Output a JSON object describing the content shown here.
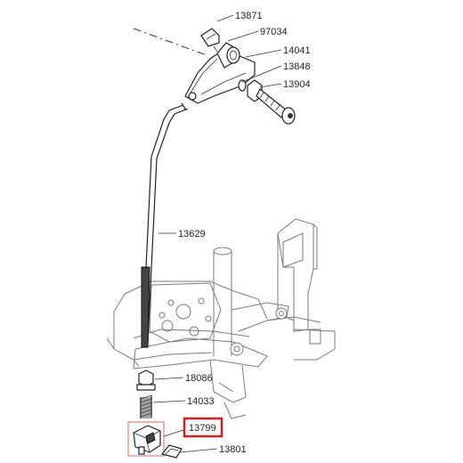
{
  "diagram": {
    "part_labels": [
      {
        "id": "p13871",
        "text": "13871"
      },
      {
        "id": "p97034",
        "text": "97034"
      },
      {
        "id": "p14041",
        "text": "14041"
      },
      {
        "id": "p13848",
        "text": "13848"
      },
      {
        "id": "p13904",
        "text": "13904"
      },
      {
        "id": "p13629",
        "text": "13629"
      },
      {
        "id": "p18086",
        "text": "18086"
      },
      {
        "id": "p14033",
        "text": "14033"
      },
      {
        "id": "p13799",
        "text": "13799",
        "highlighted": true
      },
      {
        "id": "p13801",
        "text": "13801"
      }
    ],
    "highlight_color": "#cc1f1f",
    "secondary_highlight_color": "#e08080"
  }
}
